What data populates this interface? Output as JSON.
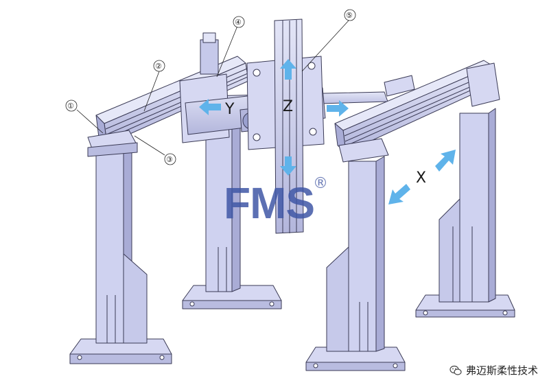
{
  "callouts": [
    "①",
    "②",
    "③",
    "④",
    "⑤"
  ],
  "axes": {
    "x": "X",
    "y": "Y",
    "z": "Z"
  },
  "logo": {
    "text": "FMS",
    "registered": "®"
  },
  "watermark": {
    "text": "弗迈斯柔性技术",
    "icon": "wechat-icon"
  },
  "colors": {
    "frame": "#cfd2f0",
    "frame_dark": "#a9acd6",
    "line": "#3a3a55",
    "arrow": "#5fb3ea",
    "logo": "#3f57a6"
  }
}
